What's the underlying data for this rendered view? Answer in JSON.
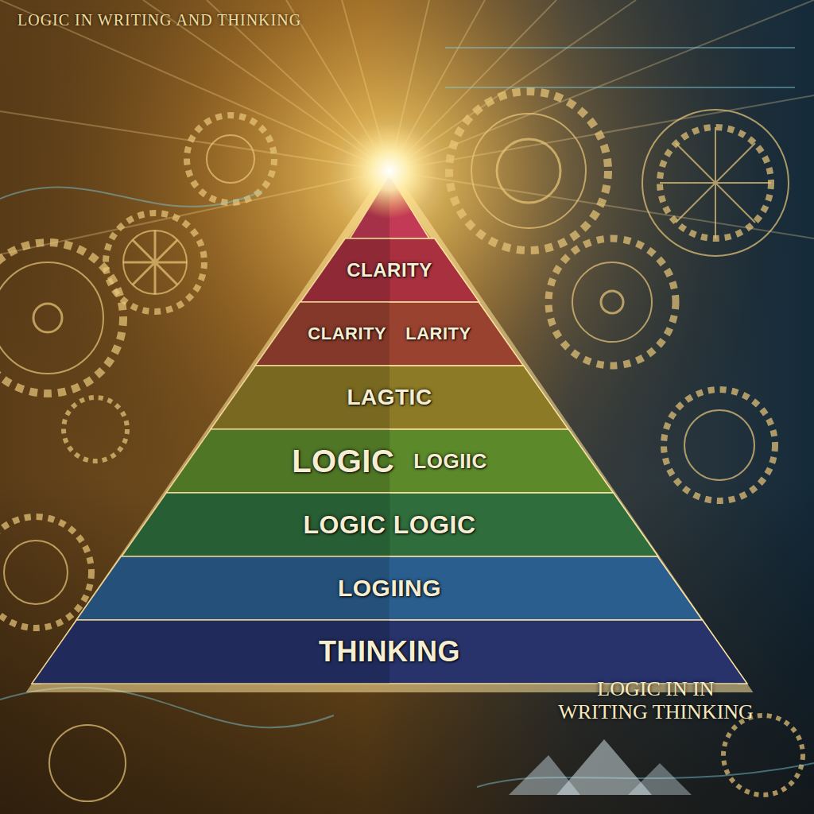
{
  "diagram": {
    "title": "LOGIC IN WRITING AND THINKING",
    "nodes": [
      {
        "text": [
          "CLARITY"
        ]
      },
      {
        "text": [
          "CLARITY",
          "LARITY"
        ]
      },
      {
        "text": [
          "LAGTIC"
        ]
      },
      {
        "text": [
          "LOGIC",
          "LOGIIC"
        ]
      },
      {
        "text": [
          "LOGIC LOGIC"
        ]
      },
      {
        "text": [
          "LOGIING"
        ]
      },
      {
        "text": [
          "THINKING"
        ]
      }
    ],
    "labels": [
      "LOGIC IN IN WRITING THINKING"
    ]
  }
}
